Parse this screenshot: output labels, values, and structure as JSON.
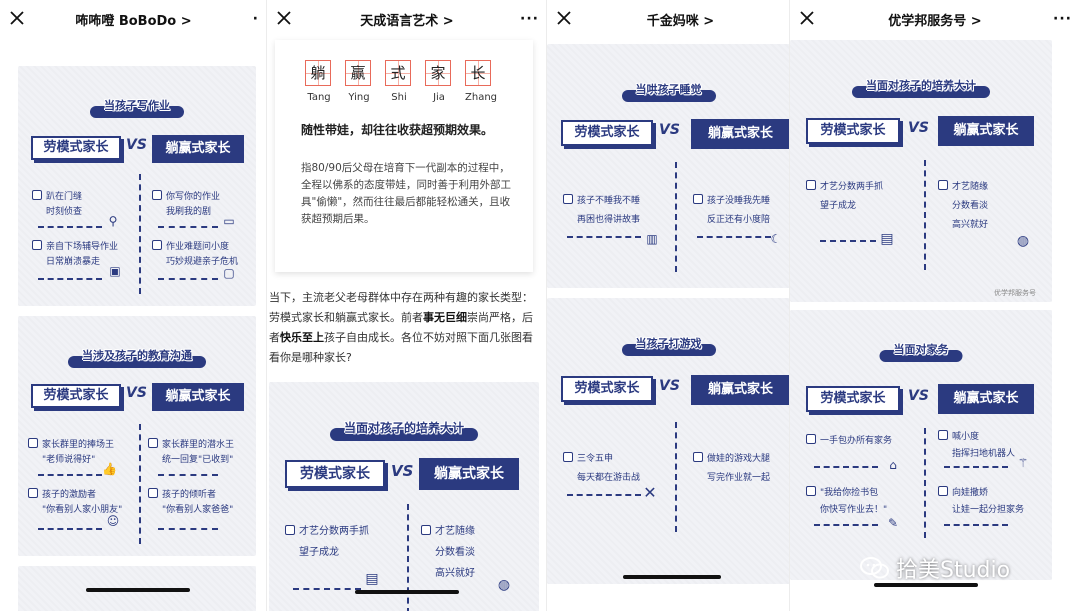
{
  "panels": [
    {
      "title": "咘咘噔 BoBoDo >",
      "more": "·",
      "cards": [
        {
          "banner": "当孩子写作业",
          "left": "劳模式家长",
          "vs": "VS",
          "right": "躺赢式家长",
          "left_items": [
            [
              "趴在门缝",
              "时刻侦查"
            ],
            [
              "亲自下场辅导作业",
              "日常崩溃暴走"
            ]
          ],
          "right_items": [
            [
              "你写你的作业",
              "我刷我的剧"
            ],
            [
              "作业难题问小度",
              "巧妙规避亲子危机"
            ]
          ]
        },
        {
          "banner": "当涉及孩子的教育沟通",
          "left": "劳模式家长",
          "vs": "VS",
          "right": "躺赢式家长",
          "left_items": [
            [
              "家长群里的捧场王",
              "\"老师说得好\""
            ],
            [
              "孩子的激励者",
              "\"你看别人家小朋友\""
            ]
          ],
          "right_items": [
            [
              "家长群里的潜水王",
              "统一回复\"已收到\""
            ],
            [
              "孩子的倾听者",
              "\"你看别人家爸爸\""
            ]
          ]
        }
      ]
    },
    {
      "title": "天成语言艺术 >",
      "more": "···",
      "chars": [
        {
          "char": "躺",
          "pinyin": "Tang"
        },
        {
          "char": "赢",
          "pinyin": "Ying"
        },
        {
          "char": "式",
          "pinyin": "Shi"
        },
        {
          "char": "家",
          "pinyin": "Jia"
        },
        {
          "char": "长",
          "pinyin": "Zhang"
        }
      ],
      "quote_head": "随性带娃，却往往收获超预期效果。",
      "quote_body": "指80/90后父母在培育下一代副本的过程中，全程以佛系的态度带娃，同时善于利用外部工具\"偷懒\"，然而往往最后都能轻松通关，且收获超预期后果。",
      "para_1": "当下，主流老父老母群体中存在两种有趣的家长类型：劳模式家长和躺赢式家长。前者",
      "para_b1": "事无巨细",
      "para_2": "崇尚严格，后者",
      "para_b2": "快乐至上",
      "para_3": "孩子自由成长。各位不妨对照下面几张图看看你是哪种家长?",
      "card": {
        "banner": "当面对孩子的培养大计",
        "left": "劳模式家长",
        "vs": "VS",
        "right": "躺赢式家长",
        "left_items": [
          [
            "才艺分数两手抓",
            "望子成龙"
          ]
        ],
        "right_items": [
          [
            "才艺随缘",
            "分数看淡",
            "高兴就好"
          ]
        ]
      }
    },
    {
      "title": "千金妈咪 >",
      "cards": [
        {
          "banner": "当哄孩子睡觉",
          "left": "劳模式家长",
          "vs": "VS",
          "right": "躺赢式家长",
          "left_items": [
            [
              "孩子不睡我不睡",
              "再困也得讲故事"
            ]
          ],
          "right_items": [
            [
              "孩子没睡我先睡",
              "反正还有小度陪"
            ]
          ]
        },
        {
          "banner": "当孩子打游戏",
          "left": "劳模式家长",
          "vs": "VS",
          "right": "躺赢式家长",
          "left_items": [
            [
              "三令五申",
              "每天都在游击战"
            ]
          ],
          "right_items": [
            [
              "做娃的游戏大腿",
              "写完作业就一起"
            ]
          ]
        }
      ]
    },
    {
      "title": "优学邦服务号 >",
      "more": "···",
      "cards": [
        {
          "banner": "当面对孩子的培养大计",
          "left": "劳模式家长",
          "vs": "VS",
          "right": "躺赢式家长",
          "left_items": [
            [
              "才艺分数两手抓",
              "望子成龙"
            ]
          ],
          "right_items": [
            [
              "才艺随缘",
              "分数看淡",
              "高兴就好"
            ]
          ],
          "watermark": "优学邦服务号"
        },
        {
          "banner": "当面对家务",
          "left": "劳模式家长",
          "vs": "VS",
          "right": "躺赢式家长",
          "left_items": [
            [
              "一手包办所有家务"
            ],
            [
              "\"我给你捡书包",
              "你快写作业去！\""
            ]
          ],
          "right_items": [
            [
              "喊小度",
              "指挥扫地机器人"
            ],
            [
              "向娃撒娇",
              "让娃一起分担家务"
            ]
          ]
        }
      ]
    }
  ],
  "corner_watermark": "拾美Studio",
  "colors": {
    "navy": "#2b3a80",
    "card_bg": "#f1f2f6",
    "accent_red": "#e86a5a"
  }
}
